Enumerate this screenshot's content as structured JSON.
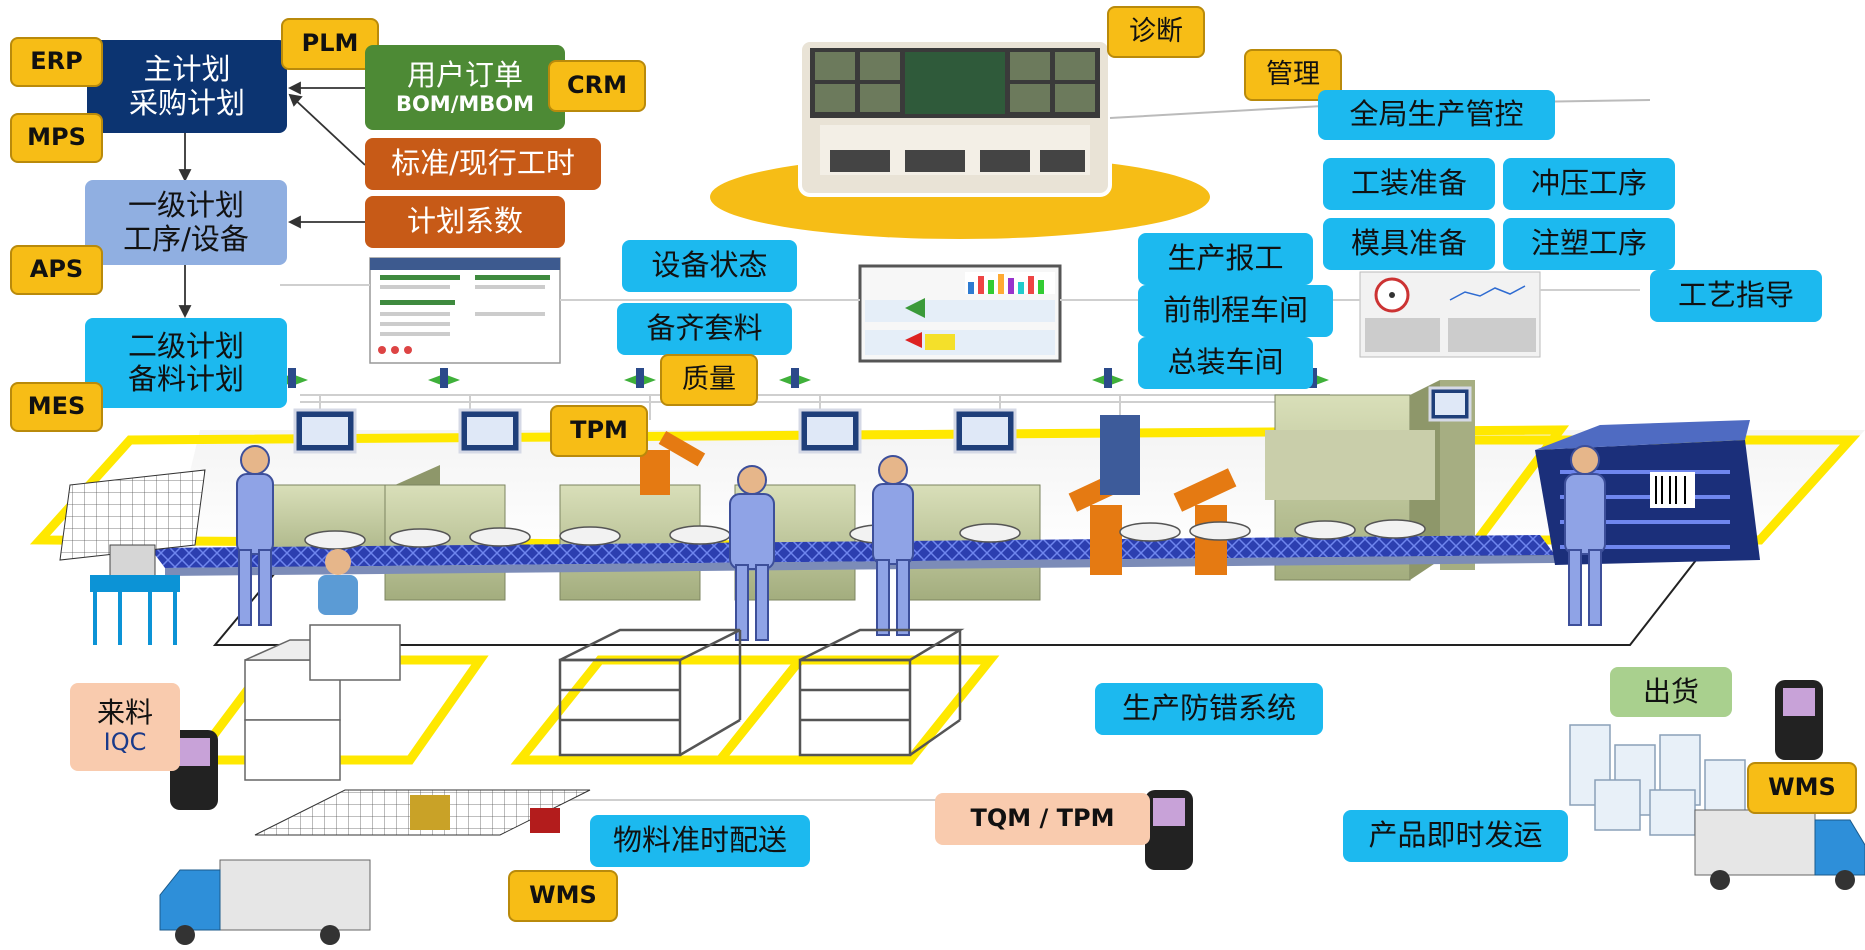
{
  "colors": {
    "yellow": "#f7bd16",
    "cyan": "#1cb9ef",
    "navy": "#0c3471",
    "green": "#4d8a35",
    "orange": "#c75a17",
    "lightblue": "#90afe1",
    "peach": "#f9cbae",
    "lightgreen": "#a9d08e",
    "floor_yellow": "#ffe800"
  },
  "systems": {
    "erp": "ERP",
    "mps": "MPS",
    "plm": "PLM",
    "crm": "CRM",
    "aps": "APS",
    "mes": "MES",
    "tpm": "TPM",
    "wms_top": "WMS",
    "wms_bottom": "WMS"
  },
  "planning": {
    "master_l1": "主计划",
    "master_l2": "采购计划",
    "level1_l1": "一级计划",
    "level1_l2": "工序/设备",
    "level2_l1": "二级计划",
    "level2_l2": "备料计划"
  },
  "inputs": {
    "order_l1": "用户订单",
    "order_l2": "BOM/MBOM",
    "hours": "标准/现行工时",
    "coef": "计划系数"
  },
  "control": {
    "diagnose": "诊断",
    "manage": "管理",
    "global": "全局生产管控"
  },
  "shopfloor": {
    "tooling": "工装准备",
    "stamping": "冲压工序",
    "mold": "模具准备",
    "injection": "注塑工序",
    "guide": "工艺指导",
    "report": "生产报工",
    "pre_shop": "前制程车间",
    "assembly": "总装车间",
    "equip": "设备状态",
    "kit": "备齐套料",
    "quality": "质量",
    "errorproof": "生产防错系统"
  },
  "logistics": {
    "incoming_l1": "来料",
    "incoming_l2": "IQC",
    "tqm": "TQM / TPM",
    "delivery": "物料准时配送",
    "shipping": "出货",
    "dispatch": "产品即时发运"
  },
  "icons": [
    "monitor-icon",
    "robot-arm-icon",
    "worker-icon",
    "handheld-scanner-icon",
    "truck-icon",
    "warehouse-rack-icon",
    "cart-icon",
    "wifi-signal-icon",
    "city-buildings-icon",
    "conveyor-icon"
  ]
}
